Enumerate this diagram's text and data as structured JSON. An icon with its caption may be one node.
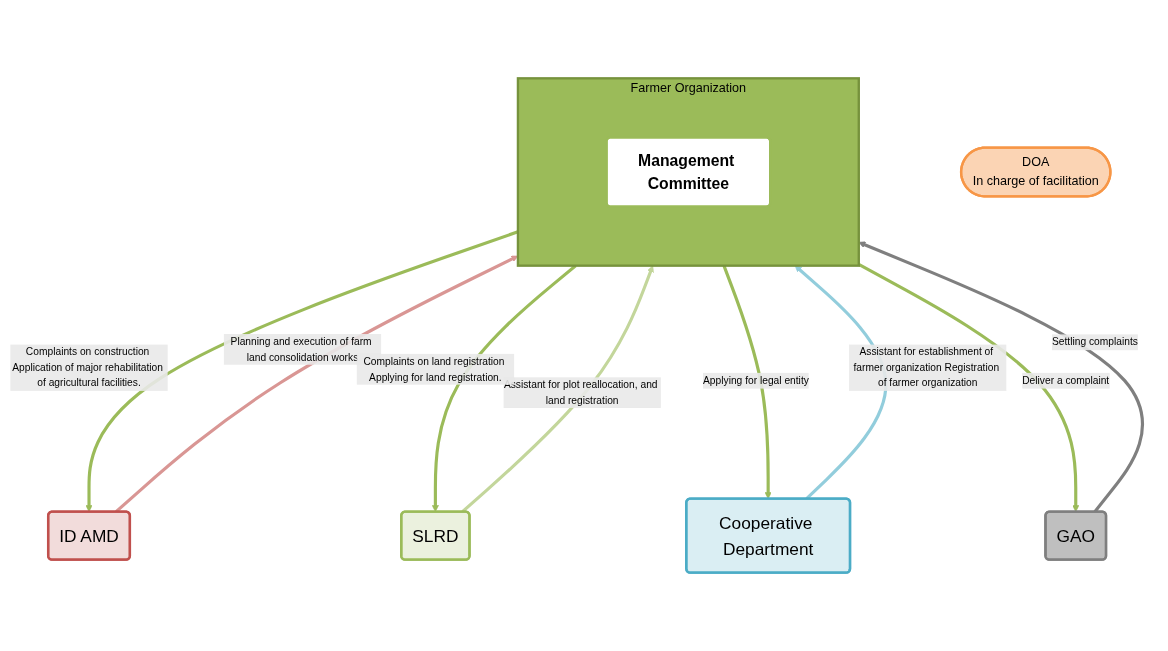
{
  "diagram": {
    "nodes": [
      {
        "text": [
          "ID AMD"
        ]
      },
      {
        "text": [
          "DOA",
          "In charge of facilitation"
        ]
      },
      {
        "text": [
          "SLRD"
        ]
      },
      {
        "text": [
          "Farmer Organization"
        ]
      },
      {
        "text": [
          "Management Committee"
        ],
        "in": 3
      },
      {
        "text": [
          "Cooperative Department"
        ]
      },
      {
        "text": [
          "GAO"
        ]
      }
    ],
    "edges": [
      {
        "from": 0,
        "to": 3,
        "arrow": "to",
        "label": "Planning and execution of farm land consolidation works",
        "color": "#d99694"
      },
      {
        "from": 2,
        "to": 3,
        "arrow": "to",
        "label": "Assistant for plot reallocation, and land registration",
        "color": "#c3d69b"
      },
      {
        "from": 3,
        "to": 0,
        "arrow": "to",
        "label": "Complaints on construction Application of major rehabilitation of agricultural facilities."
      },
      {
        "from": 3,
        "to": 2,
        "arrow": "to",
        "label": "Complaints on land registration Applying for land registration."
      },
      {
        "from": 5,
        "to": 3,
        "arrow": "to",
        "label": "Assistant for establishment of farmer organization Registration of farmer organization",
        "color": "#92cddc"
      },
      {
        "from": 6,
        "to": 3,
        "arrow": "to",
        "label": "Settling complaints",
        "color": "#7f7f7f"
      },
      {
        "from": 3,
        "to": 5,
        "arrow": "to",
        "label": "Applying for legal entity"
      },
      {
        "from": 3,
        "to": 6,
        "arrow": "to",
        "label": "Deliver a complaint"
      }
    ]
  }
}
